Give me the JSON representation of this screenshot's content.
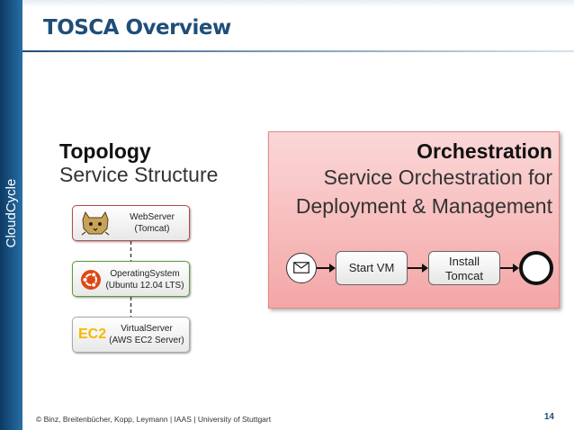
{
  "sidebar": {
    "label": "CloudCycle"
  },
  "slide": {
    "title": "TOSCA Overview"
  },
  "topology": {
    "heading": "Topology",
    "subheading": "Service Structure",
    "nodes": [
      {
        "line1": "WebServer",
        "line2": "(Tomcat)",
        "icon": "tomcat-cat-icon",
        "accent": "#b84a4a"
      },
      {
        "line1": "OperatingSystem",
        "line2": "(Ubuntu 12.04 LTS)",
        "icon": "ubuntu-logo-icon",
        "accent": "#5a9c3a"
      },
      {
        "line1": "VirtualServer",
        "line2": "(AWS EC2 Server)",
        "badge": "EC2",
        "accent": "#aaaaaa"
      }
    ]
  },
  "orchestration": {
    "heading": "Orchestration",
    "subheading_line1": "Service Orchestration for",
    "subheading_line2": "Deployment & Management",
    "start_event_icon": "envelope-icon",
    "tasks": [
      {
        "label": "Start VM"
      },
      {
        "line1": "Install",
        "line2": "Tomcat"
      }
    ],
    "panel_color": "#f4a6a6"
  },
  "footer": {
    "credits": "© Binz, Breitenbücher, Kopp, Leymann | IAAS | University of Stuttgart",
    "page_number": "14"
  },
  "colors": {
    "brand": "#1f4e79",
    "sidebar": "#1e5f93"
  }
}
